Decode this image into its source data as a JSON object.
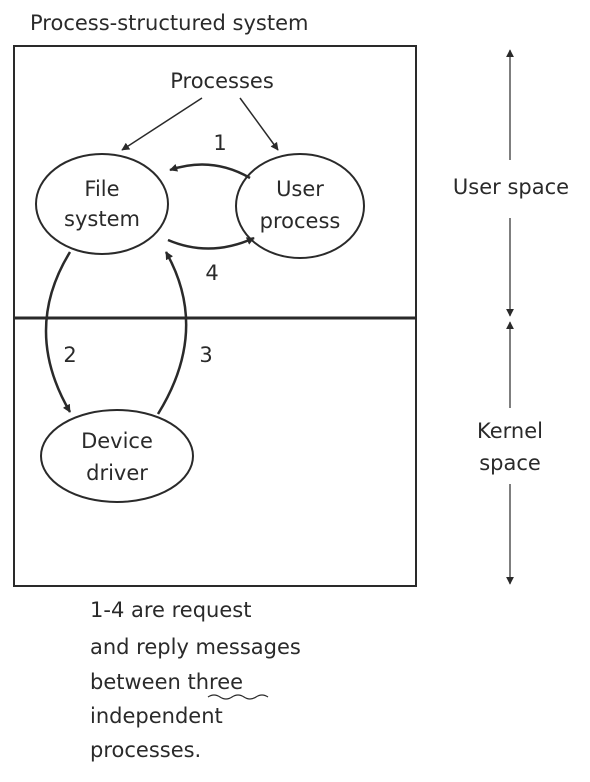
{
  "title": "Process-structured system",
  "processes_label": "Processes",
  "nodes": {
    "file_system": [
      "File",
      "system"
    ],
    "user_process": [
      "User",
      "process"
    ],
    "device_driver": [
      "Device",
      "driver"
    ]
  },
  "messages": [
    "1",
    "2",
    "3",
    "4"
  ],
  "regions": {
    "user_space": "User space",
    "kernel_space": [
      "Kernel",
      "space"
    ]
  },
  "caption": [
    "1-4 are request",
    "and reply messages",
    "between three",
    "independent",
    "processes."
  ],
  "colors": {
    "ink": "#2a2a2a",
    "background": "#ffffff"
  }
}
